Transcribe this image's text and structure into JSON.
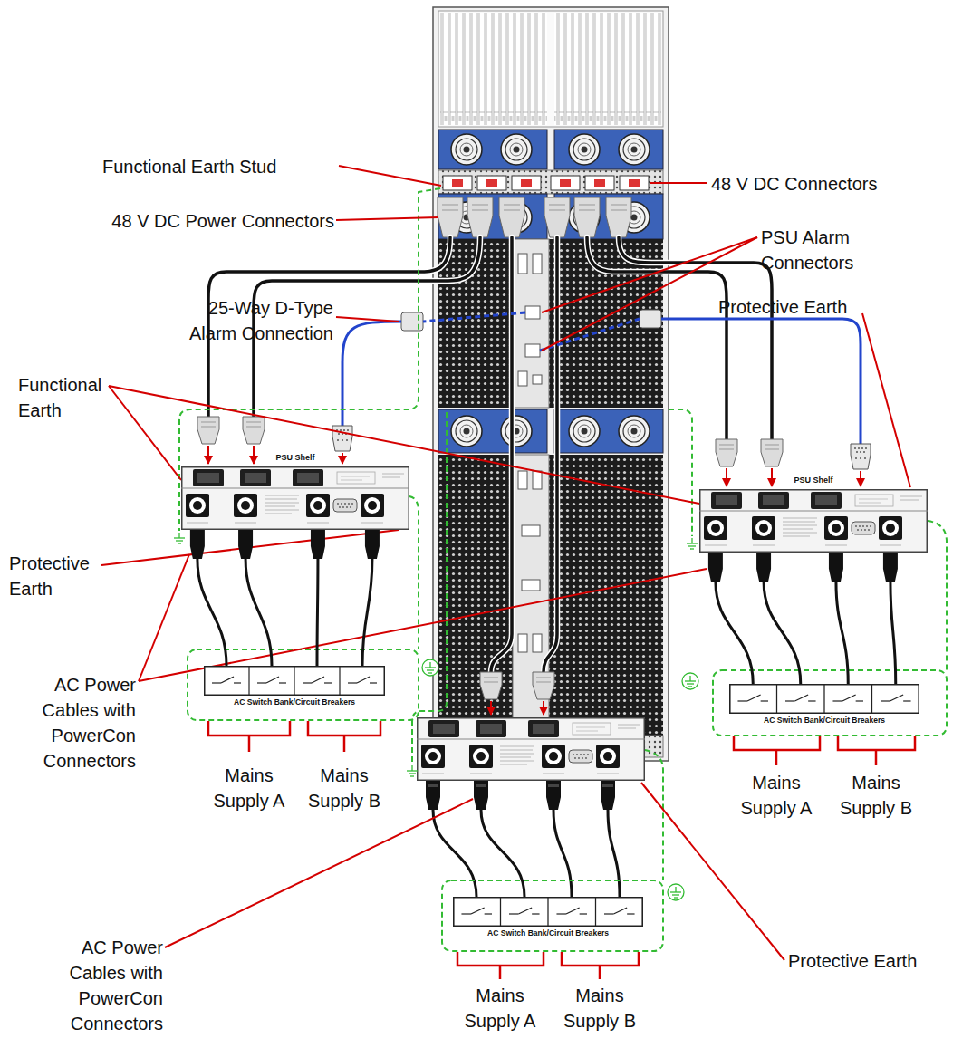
{
  "diagram": {
    "nodes": [
      {
        "text": [
          "PSU Shelf"
        ]
      },
      {
        "text": [
          "PSU Shelf"
        ]
      },
      {
        "text": [
          "AC Switch Bank/Circuit Breakers"
        ]
      },
      {
        "text": [
          "AC Switch Bank/Circuit Breakers"
        ]
      },
      {
        "text": [
          "AC Switch Bank/Circuit Breakers"
        ]
      }
    ],
    "edges": [
      {
        "from": 0,
        "to": 2,
        "arrow": "none"
      },
      {
        "from": 0,
        "to": 2,
        "arrow": "none"
      },
      {
        "from": 0,
        "to": 2,
        "arrow": "none"
      },
      {
        "from": 0,
        "to": 2,
        "arrow": "none"
      },
      {
        "from": 1,
        "to": 3,
        "arrow": "none"
      },
      {
        "from": 1,
        "to": 3,
        "arrow": "none"
      },
      {
        "from": 1,
        "to": 3,
        "arrow": "none"
      },
      {
        "from": 1,
        "to": 3,
        "arrow": "none"
      }
    ],
    "labels": [
      "Functional Earth Stud",
      "48 V DC Connectors",
      "48 V DC Power Connectors",
      "PSU Alarm Connectors",
      "25-Way D-Type Alarm Connection",
      "Protective Earth",
      "Functional Earth",
      "Protective Earth",
      "AC Power Cables with PowerCon Connectors",
      "Mains Supply A",
      "Mains Supply B",
      "Mains Supply A",
      "Mains Supply B",
      "AC Power Cables with PowerCon Connectors",
      "Protective Earth",
      "Mains Supply A",
      "Mains Supply B"
    ]
  }
}
